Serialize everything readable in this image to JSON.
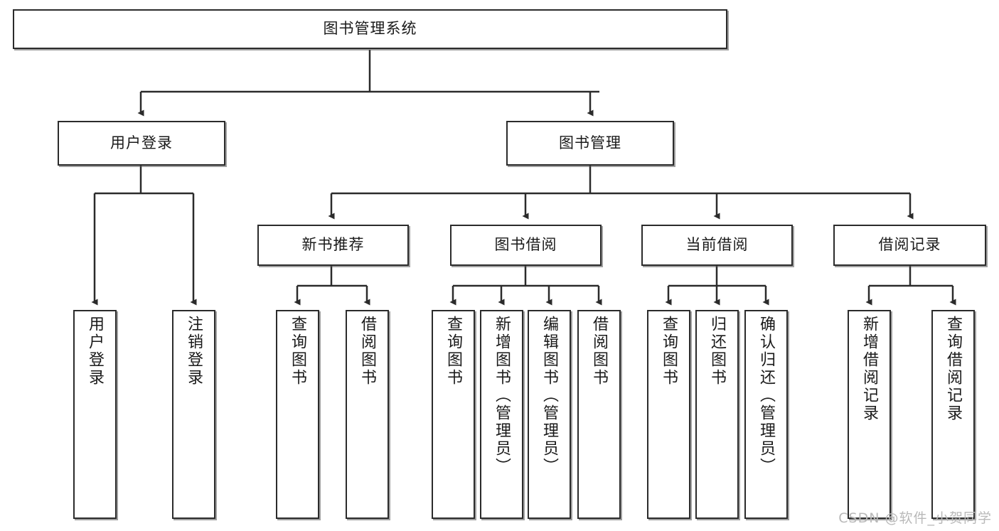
{
  "diagram": {
    "title": "图书管理系统",
    "type": "hierarchy-tree",
    "watermark": "CSDN @软件_小贺同学",
    "colors": {
      "box_border": "#2b2b2b",
      "box_fill": "#ffffff",
      "connector": "#2b2b2b",
      "text": "#1a1a1a",
      "watermark": "#b9b9b9"
    },
    "root": {
      "label": "图书管理系统"
    },
    "level2": [
      {
        "label": "用户登录"
      },
      {
        "label": "图书管理"
      }
    ],
    "level3": [
      {
        "label": "新书推荐"
      },
      {
        "label": "图书借阅"
      },
      {
        "label": "当前借阅"
      },
      {
        "label": "借阅记录"
      }
    ],
    "leaves": {
      "user_login": [
        {
          "label": "用户登录"
        },
        {
          "label": "注销登录"
        }
      ],
      "new_book_recommend": [
        {
          "label": "查询图书"
        },
        {
          "label": "借阅图书"
        }
      ],
      "book_borrow": [
        {
          "label": "查询图书"
        },
        {
          "label": "新增图书（管理员）"
        },
        {
          "label": "编辑图书（管理员）"
        },
        {
          "label": "借阅图书"
        }
      ],
      "current_borrow": [
        {
          "label": "查询图书"
        },
        {
          "label": "归还图书"
        },
        {
          "label": "确认归还（管理员）"
        }
      ],
      "borrow_records": [
        {
          "label": "新增借阅记录"
        },
        {
          "label": "查询借阅记录"
        }
      ]
    }
  }
}
